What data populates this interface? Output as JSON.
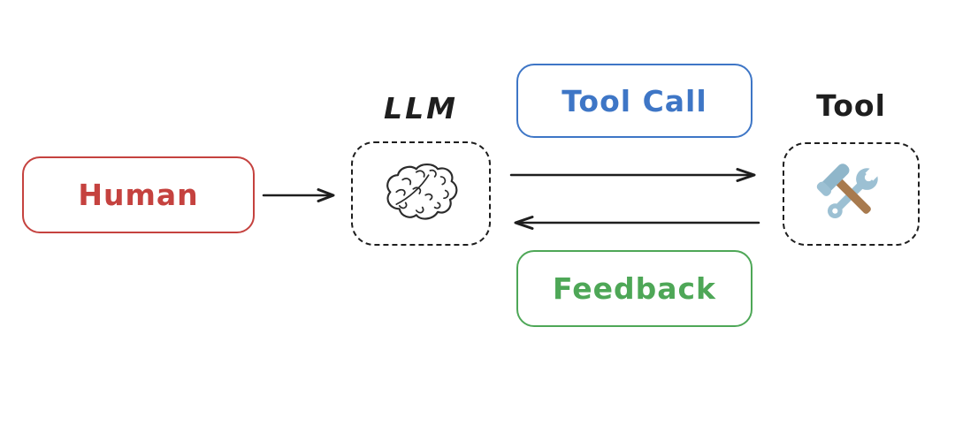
{
  "diagram": {
    "background_color": "#ffffff",
    "ink_color": "#1e1e1e",
    "nodes": {
      "human": {
        "label": "Human",
        "color": "#c5423f",
        "border_style": "solid"
      },
      "llm": {
        "label": "LLM",
        "color": "#1e1e1e",
        "border_style": "dashed",
        "icon": "brain-icon"
      },
      "tool": {
        "label": "Tool",
        "color": "#1e1e1e",
        "border_style": "dashed",
        "icon": "hammer-wrench-icon"
      }
    },
    "edge_labels": {
      "tool_call": {
        "text": "Tool Call",
        "color": "#3e76c6"
      },
      "feedback": {
        "text": "Feedback",
        "color": "#4ea757"
      }
    },
    "edges": [
      {
        "from": "Human",
        "to": "LLM",
        "arrow": "right"
      },
      {
        "from": "LLM",
        "to": "Tool",
        "arrow": "right",
        "label": "Tool Call"
      },
      {
        "from": "Tool",
        "to": "LLM",
        "arrow": "left",
        "label": "Feedback"
      }
    ]
  }
}
